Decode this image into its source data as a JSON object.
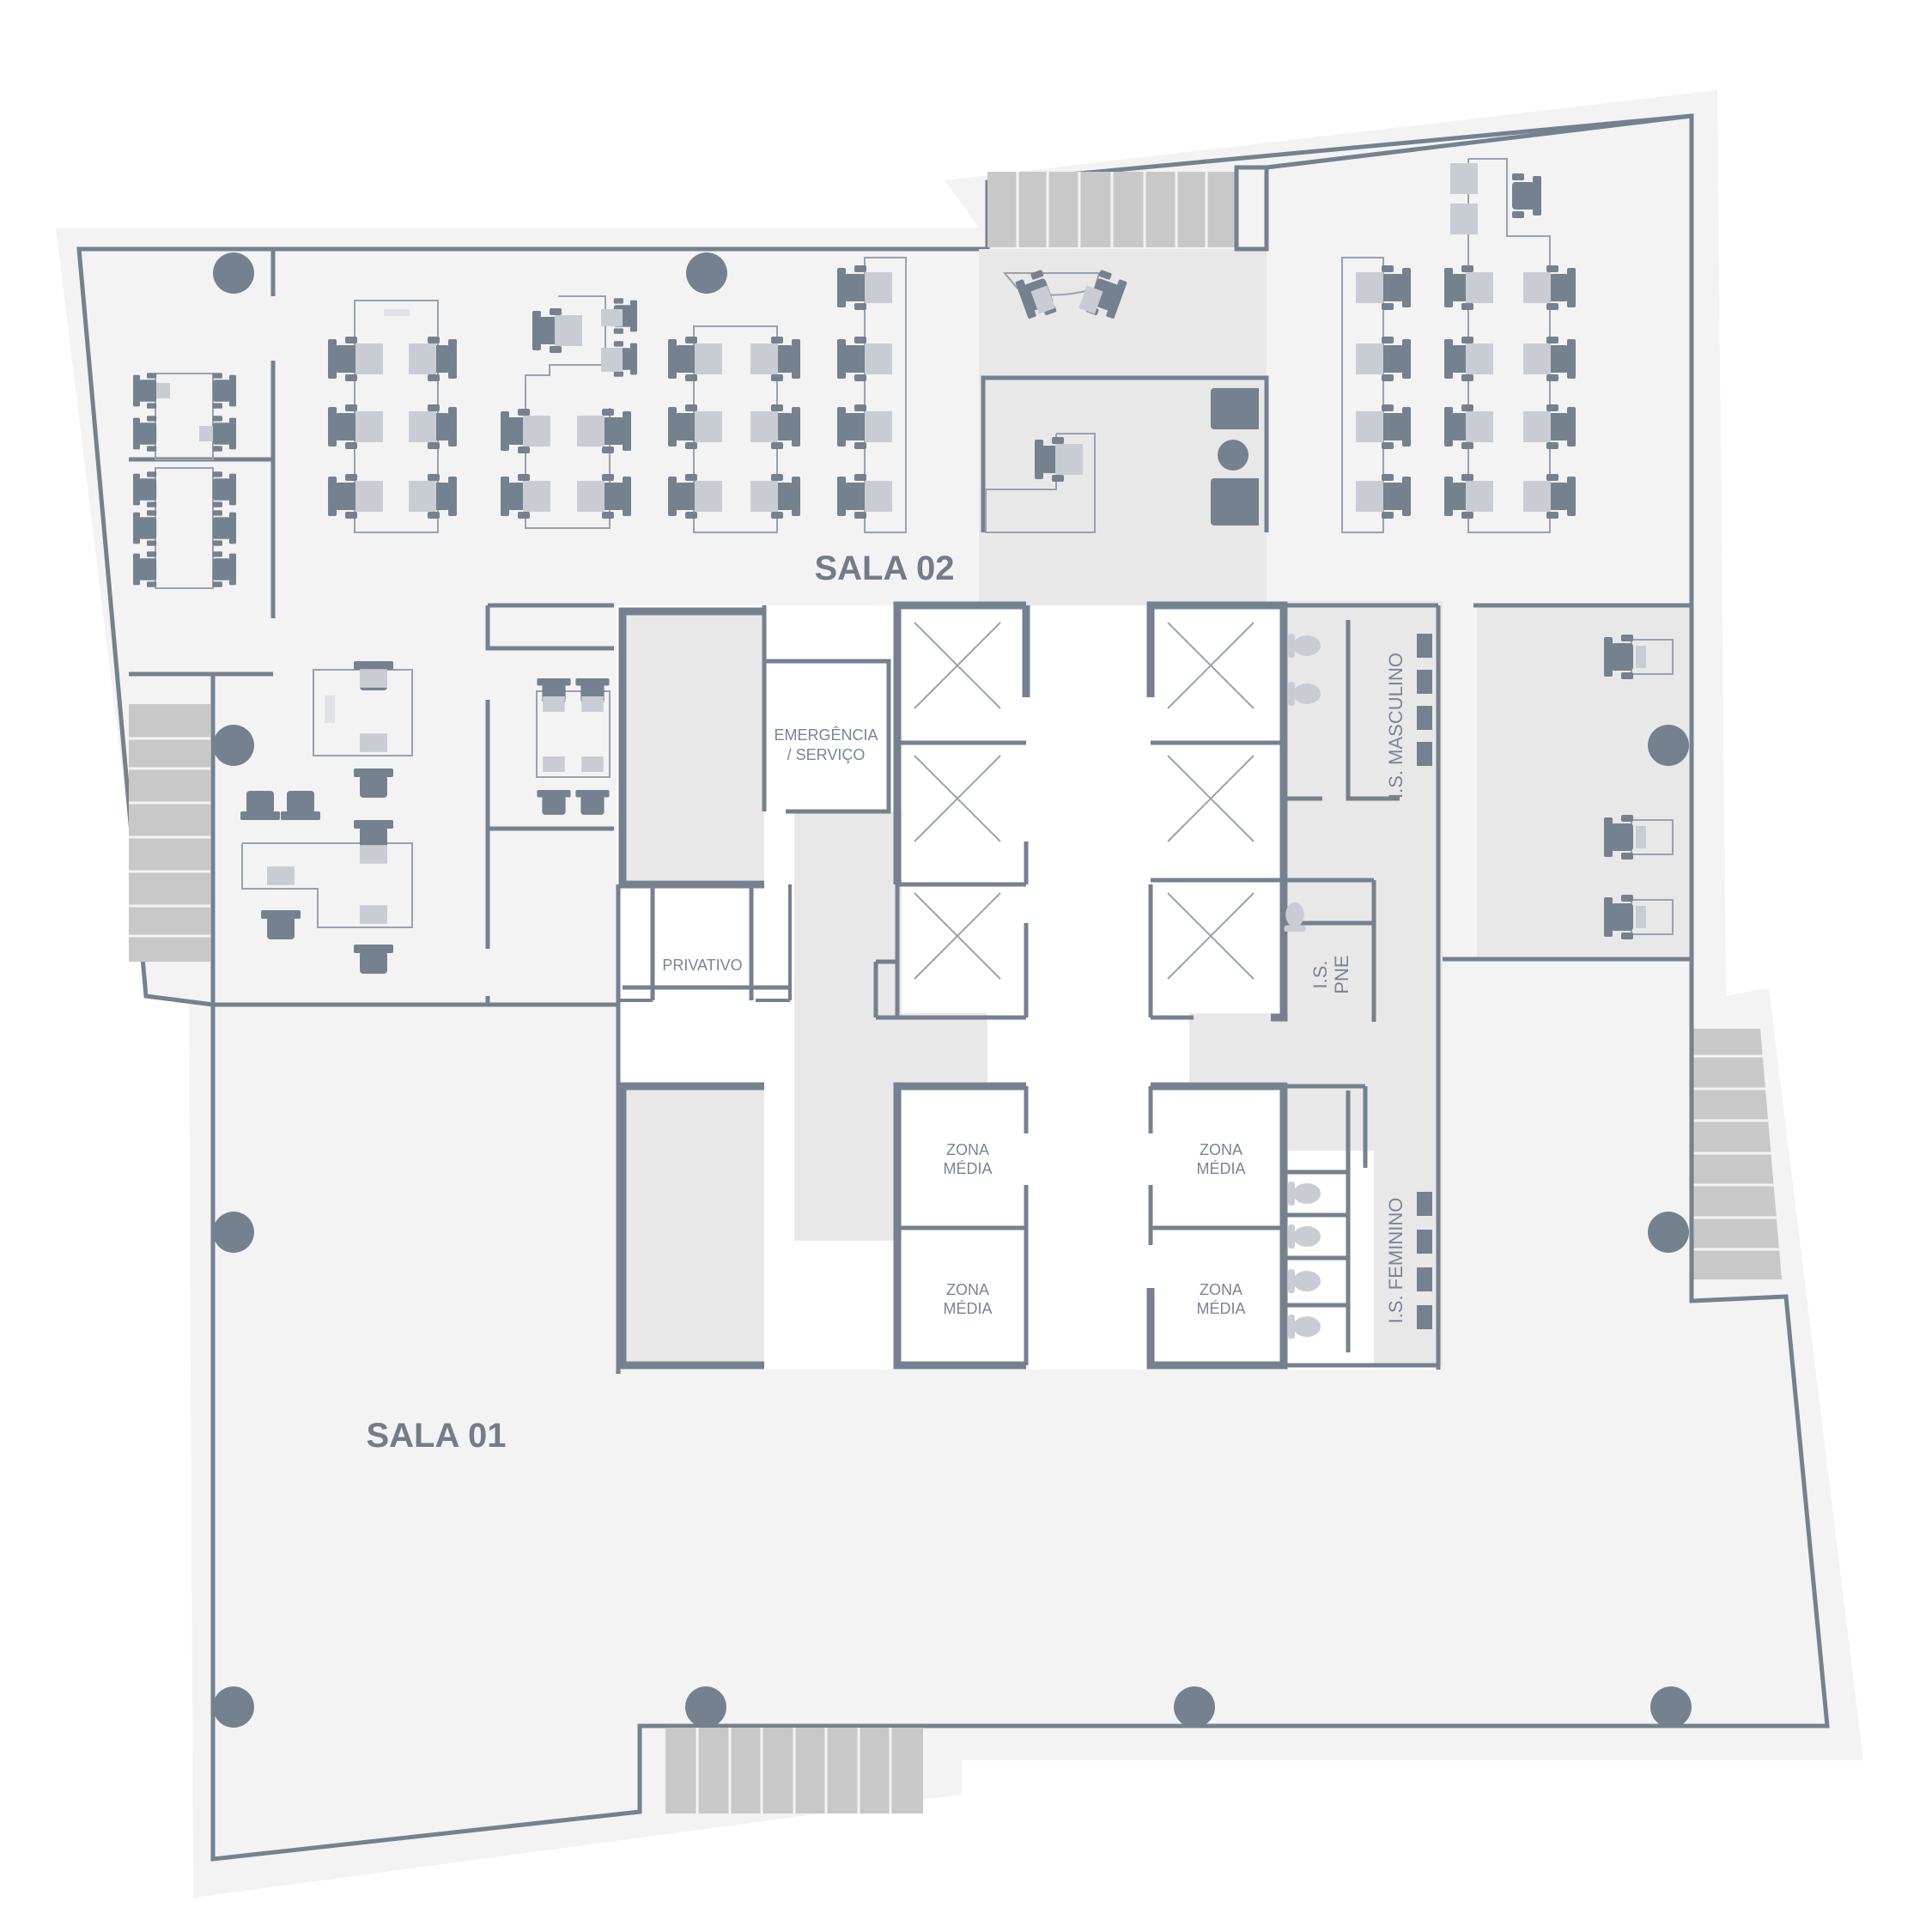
{
  "rooms": {
    "sala_01": "SALA 01",
    "sala_02": "SALA 02"
  },
  "labels": {
    "emergencia_line1": "EMERGÊNCIA",
    "emergencia_line2": "/ SERVIÇO",
    "privativo": "PRIVATIVO",
    "is_masculino": "I.S. MASCULINO",
    "is_feminino": "I.S. FEMININO",
    "is_pne_line1": "I.S.",
    "is_pne_line2": "PNE",
    "zona_media_line1": "ZONA",
    "zona_media_line2": "MÉDIA"
  },
  "colors": {
    "wall": "#76818f",
    "furniture": "#76818f",
    "furniture_light": "#c9cdd3",
    "floor": "#f3f3f3",
    "core_floor": "#e9e8e9",
    "stairs": "#c8c8c8",
    "text": "#7a8494"
  }
}
